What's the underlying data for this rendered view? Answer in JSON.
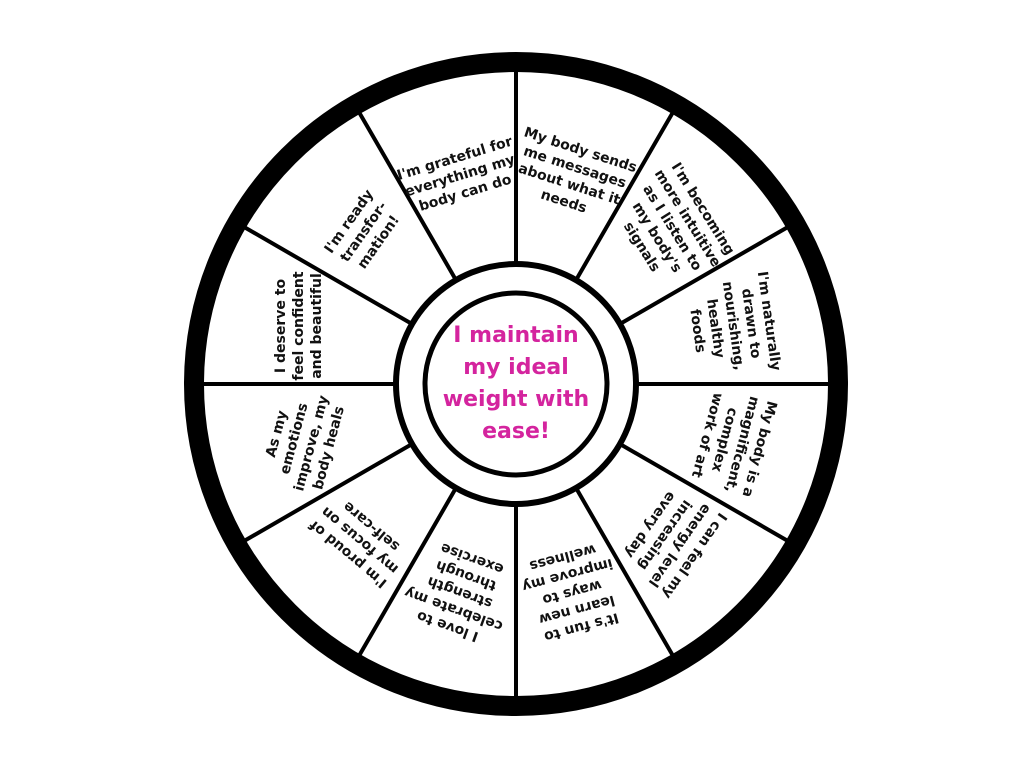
{
  "center": {
    "text": "I maintain\nmy ideal\nweight with\nease!",
    "color": "#d4249e"
  },
  "segments": [
    {
      "text": "My body sends\nme messages\nabout what it\nneeds"
    },
    {
      "text": "I'm becoming\nmore intuitive\nas I listen to\nmy body's\nsignals"
    },
    {
      "text": "I'm naturally\ndrawn to\nnourishing,\nhealthy\nfoods"
    },
    {
      "text": "My body is a\nmagnificent,\ncomplex\nwork of art"
    },
    {
      "text": "I can feel my\nenergy level\nincreasing\nevery day"
    },
    {
      "text": "It's fun to\nlearn new\nways to\nimprove my\nwellness"
    },
    {
      "text": "I love to\ncelebrate my\nstrength\nthrough\nexercise"
    },
    {
      "text": "I'm proud of\nmy focus on\nself-care"
    },
    {
      "text": "As my\nemotions\nimprove, my\nbody heals"
    },
    {
      "text": "I deserve to\nfeel confident\nand beautiful"
    },
    {
      "text": "I'm ready\ntransfor-\nmation!"
    },
    {
      "text": "I'm grateful for\neverything my\nbody can do"
    }
  ]
}
